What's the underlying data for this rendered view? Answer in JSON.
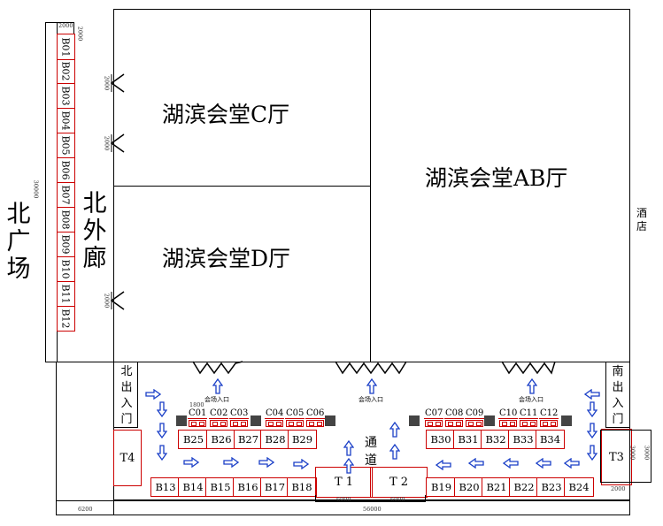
{
  "halls": {
    "c": "湖滨会堂C厅",
    "d": "湖滨会堂D厅",
    "ab": "湖滨会堂AB厅"
  },
  "labels": {
    "north_square": "北广场",
    "north_corridor": "北外廊",
    "hotel": "酒店",
    "north_exit": "北出入门",
    "south_exit": "南出入门",
    "passage": "通道",
    "venue_entrance": "会场入口"
  },
  "booths_column": [
    "B01",
    "B02",
    "B03",
    "B04",
    "B05",
    "B06",
    "B07",
    "B08",
    "B09",
    "B10",
    "B11",
    "B12"
  ],
  "booths_upper_left": [
    "B25",
    "B26",
    "B27",
    "B28",
    "B29"
  ],
  "booths_upper_right": [
    "B30",
    "B31",
    "B32",
    "B33",
    "B34"
  ],
  "booths_lower_left": [
    "B13",
    "B14",
    "B15",
    "B16",
    "B17",
    "B18"
  ],
  "booths_lower_right": [
    "B19",
    "B20",
    "B21",
    "B22",
    "B23",
    "B24"
  ],
  "c_booths_left": [
    "C01",
    "C02",
    "C03",
    "C04",
    "C05",
    "C06"
  ],
  "c_booths_right": [
    "C07",
    "C08",
    "C09",
    "C10",
    "C11",
    "C12"
  ],
  "t_booths": {
    "t1": "T 1",
    "t2": "T 2",
    "t3": "T3",
    "t4": "T4"
  },
  "dimensions": {
    "top_left": "2000",
    "top_left2": "2000",
    "column_length": "30000",
    "door1": "2000",
    "door2": "2000",
    "door3": "2000",
    "c01": "1800",
    "t1_w": "6000",
    "t2_w": "6000",
    "t3_w": "2000",
    "t3_h": "3000",
    "t3_h2": "3000",
    "bottom_left": "6200",
    "bottom_total": "56000"
  }
}
